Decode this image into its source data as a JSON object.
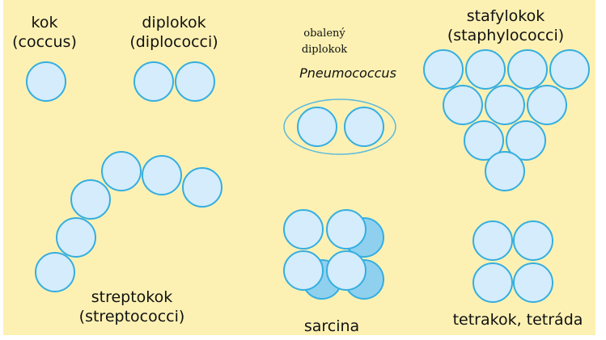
{
  "colors": {
    "background": "#fcf1b3",
    "cell_fill": "#d4ecfb",
    "cell_fill_back": "#8fd0ef",
    "cell_stroke": "#35aee0",
    "capsule_stroke": "#5bb9dd"
  },
  "labels": {
    "coccus": [
      "kok",
      "(coccus)"
    ],
    "diplococcus": [
      "diplokok",
      "(diplococci)"
    ],
    "encapsulated": [
      "obalený",
      "diplokok"
    ],
    "pneumococcus": "Pneumococcus",
    "staphylococcus": [
      "stafylokok",
      "(staphylococci)"
    ],
    "streptococcus": [
      "streptokok",
      "(streptococci)"
    ],
    "sarcina": "sarcina",
    "tetrad": "tetrakok, tetráda"
  }
}
